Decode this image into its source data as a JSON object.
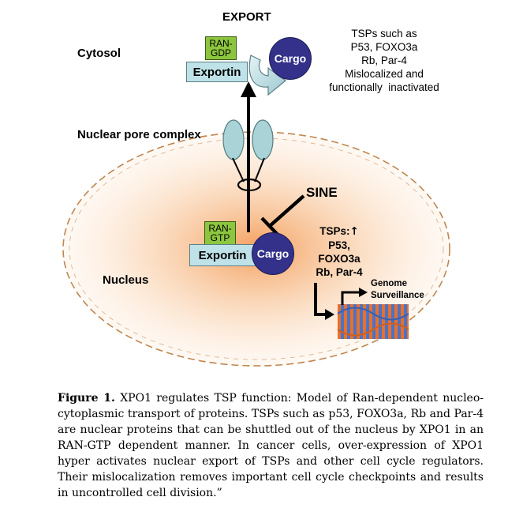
{
  "diagram": {
    "export_label": "EXPORT",
    "cytosol_label": "Cytosol",
    "ran_gdp_label": "RAN-GDP",
    "exportin_top_label": "Exportin",
    "cargo_top_label": "Cargo",
    "tsp_info_lines": [
      "TSPs such as",
      "P53, FOXO3a",
      "Rb, Par-4",
      "Mislocalized and",
      "functionally  inactivated"
    ],
    "npc_label": "Nuclear pore complex",
    "sine_label": "SINE",
    "ran_gtp_label": "RAN-GTP",
    "exportin_bottom_label": "Exportin",
    "cargo_bottom_label": "Cargo",
    "nucleus_label": "Nucleus",
    "tsps_up_lines": [
      "TSPs:",
      "P53,",
      "FOXO3a",
      "Rb, Par-4"
    ],
    "up_arrow_glyph": "↑",
    "genome_lines": [
      "Genome",
      "Surveillance"
    ],
    "colors": {
      "nucleus_fill": "#f5a86a",
      "nucleus_border": "#c0864e",
      "exportin": "#bfe2e8",
      "ran": "#8cc63f",
      "cargo": "#33318a",
      "npc": "#a9d3d6",
      "dna_blue": "#4a74c9",
      "dna_orange": "#e8702a"
    }
  },
  "caption": {
    "label": "Figure 1.",
    "text": "XPO1 regulates TSP function: Model of Ran-dependent nucleo-cytoplasmic transport of proteins. TSPs such as p53, FOXO3a, Rb and Par-4 are nuclear proteins that can be shuttled out of the nucleus by XPO1 in an RAN-GTP dependent manner. In cancer cells, over-expression of XPO1 hyper activates nuclear export of TSPs and other cell cycle regulators. Their mislocalization removes important cell cycle checkpoints and results in uncontrolled cell division.”"
  }
}
